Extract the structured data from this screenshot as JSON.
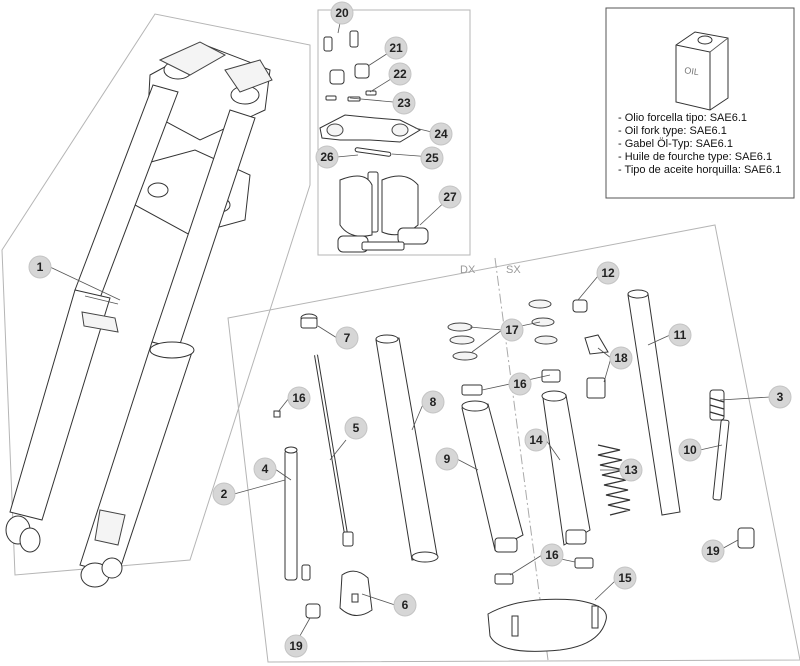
{
  "oil_box": {
    "can_label": "OIL",
    "lines": [
      "- Olio forcella tipo: SAE6.1",
      "- Oil fork type: SAE6.1",
      "- Gabel Öl-Typ: SAE6.1",
      "- Huile de fourche type: SAE6.1",
      "- Tipo de aceite horquilla: SAE6.1"
    ]
  },
  "sides": {
    "right": "DX",
    "left": "SX"
  },
  "callouts": [
    "1",
    "2",
    "3",
    "4",
    "5",
    "6",
    "7",
    "8",
    "9",
    "10",
    "11",
    "12",
    "13",
    "14",
    "15",
    "16",
    "16",
    "16",
    "17",
    "18",
    "19",
    "19",
    "20",
    "21",
    "22",
    "23",
    "24",
    "25",
    "26",
    "27"
  ]
}
